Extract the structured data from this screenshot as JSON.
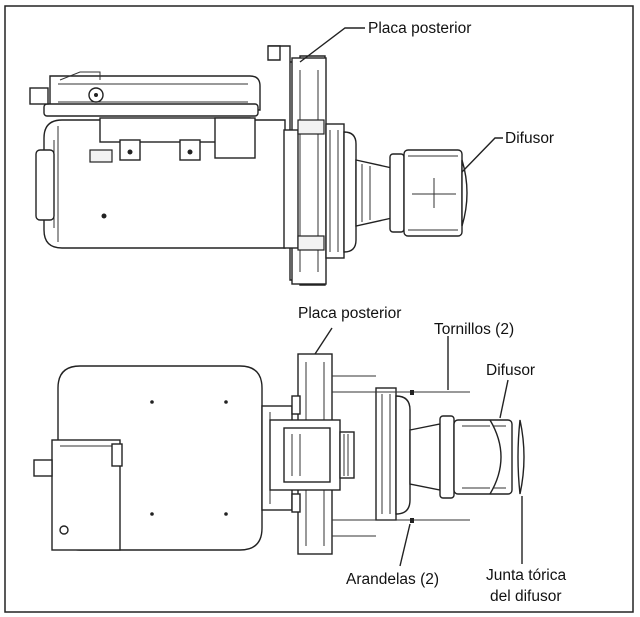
{
  "top_assembly": {
    "label_back_plate": "Placa posterior",
    "label_diffuser": "Difusor"
  },
  "exploded_assembly": {
    "label_back_plate": "Placa posterior",
    "label_screws": "Tornillos (2)",
    "label_diffuser": "Difusor",
    "label_washers": "Arandelas (2)",
    "label_oring_line1": "Junta tórica",
    "label_oring_line2": "del difusor"
  }
}
